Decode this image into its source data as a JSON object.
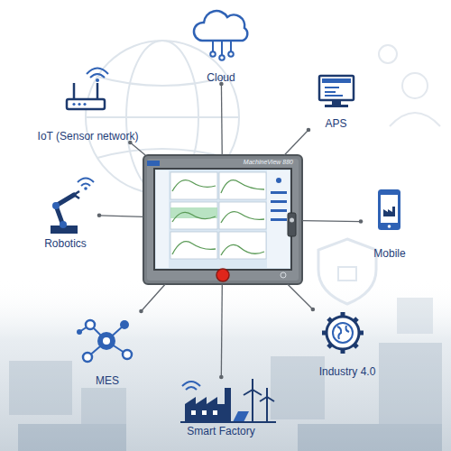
{
  "diagram": {
    "nodes": [
      {
        "text": [
          "Cloud"
        ]
      },
      {
        "text": [
          "IoT (Sensor network)"
        ]
      },
      {
        "text": [
          "APS"
        ]
      },
      {
        "text": [
          "MachineView 880"
        ]
      },
      {
        "text": [
          "Robotics"
        ]
      },
      {
        "text": [
          "Mobile"
        ]
      },
      {
        "text": [
          "MES"
        ]
      },
      {
        "text": [
          "Industry 4.0"
        ]
      },
      {
        "text": [
          "Smart Factory"
        ]
      }
    ],
    "edges": [
      {
        "from": 3,
        "to": 0,
        "arrow": "none"
      },
      {
        "from": 3,
        "to": 1,
        "arrow": "none"
      },
      {
        "from": 3,
        "to": 2,
        "arrow": "none"
      },
      {
        "from": 3,
        "to": 4,
        "arrow": "none"
      },
      {
        "from": 3,
        "to": 5,
        "arrow": "none"
      },
      {
        "from": 3,
        "to": 6,
        "arrow": "none"
      },
      {
        "from": 3,
        "to": 7,
        "arrow": "none"
      },
      {
        "from": 3,
        "to": 8,
        "arrow": "none"
      }
    ]
  }
}
